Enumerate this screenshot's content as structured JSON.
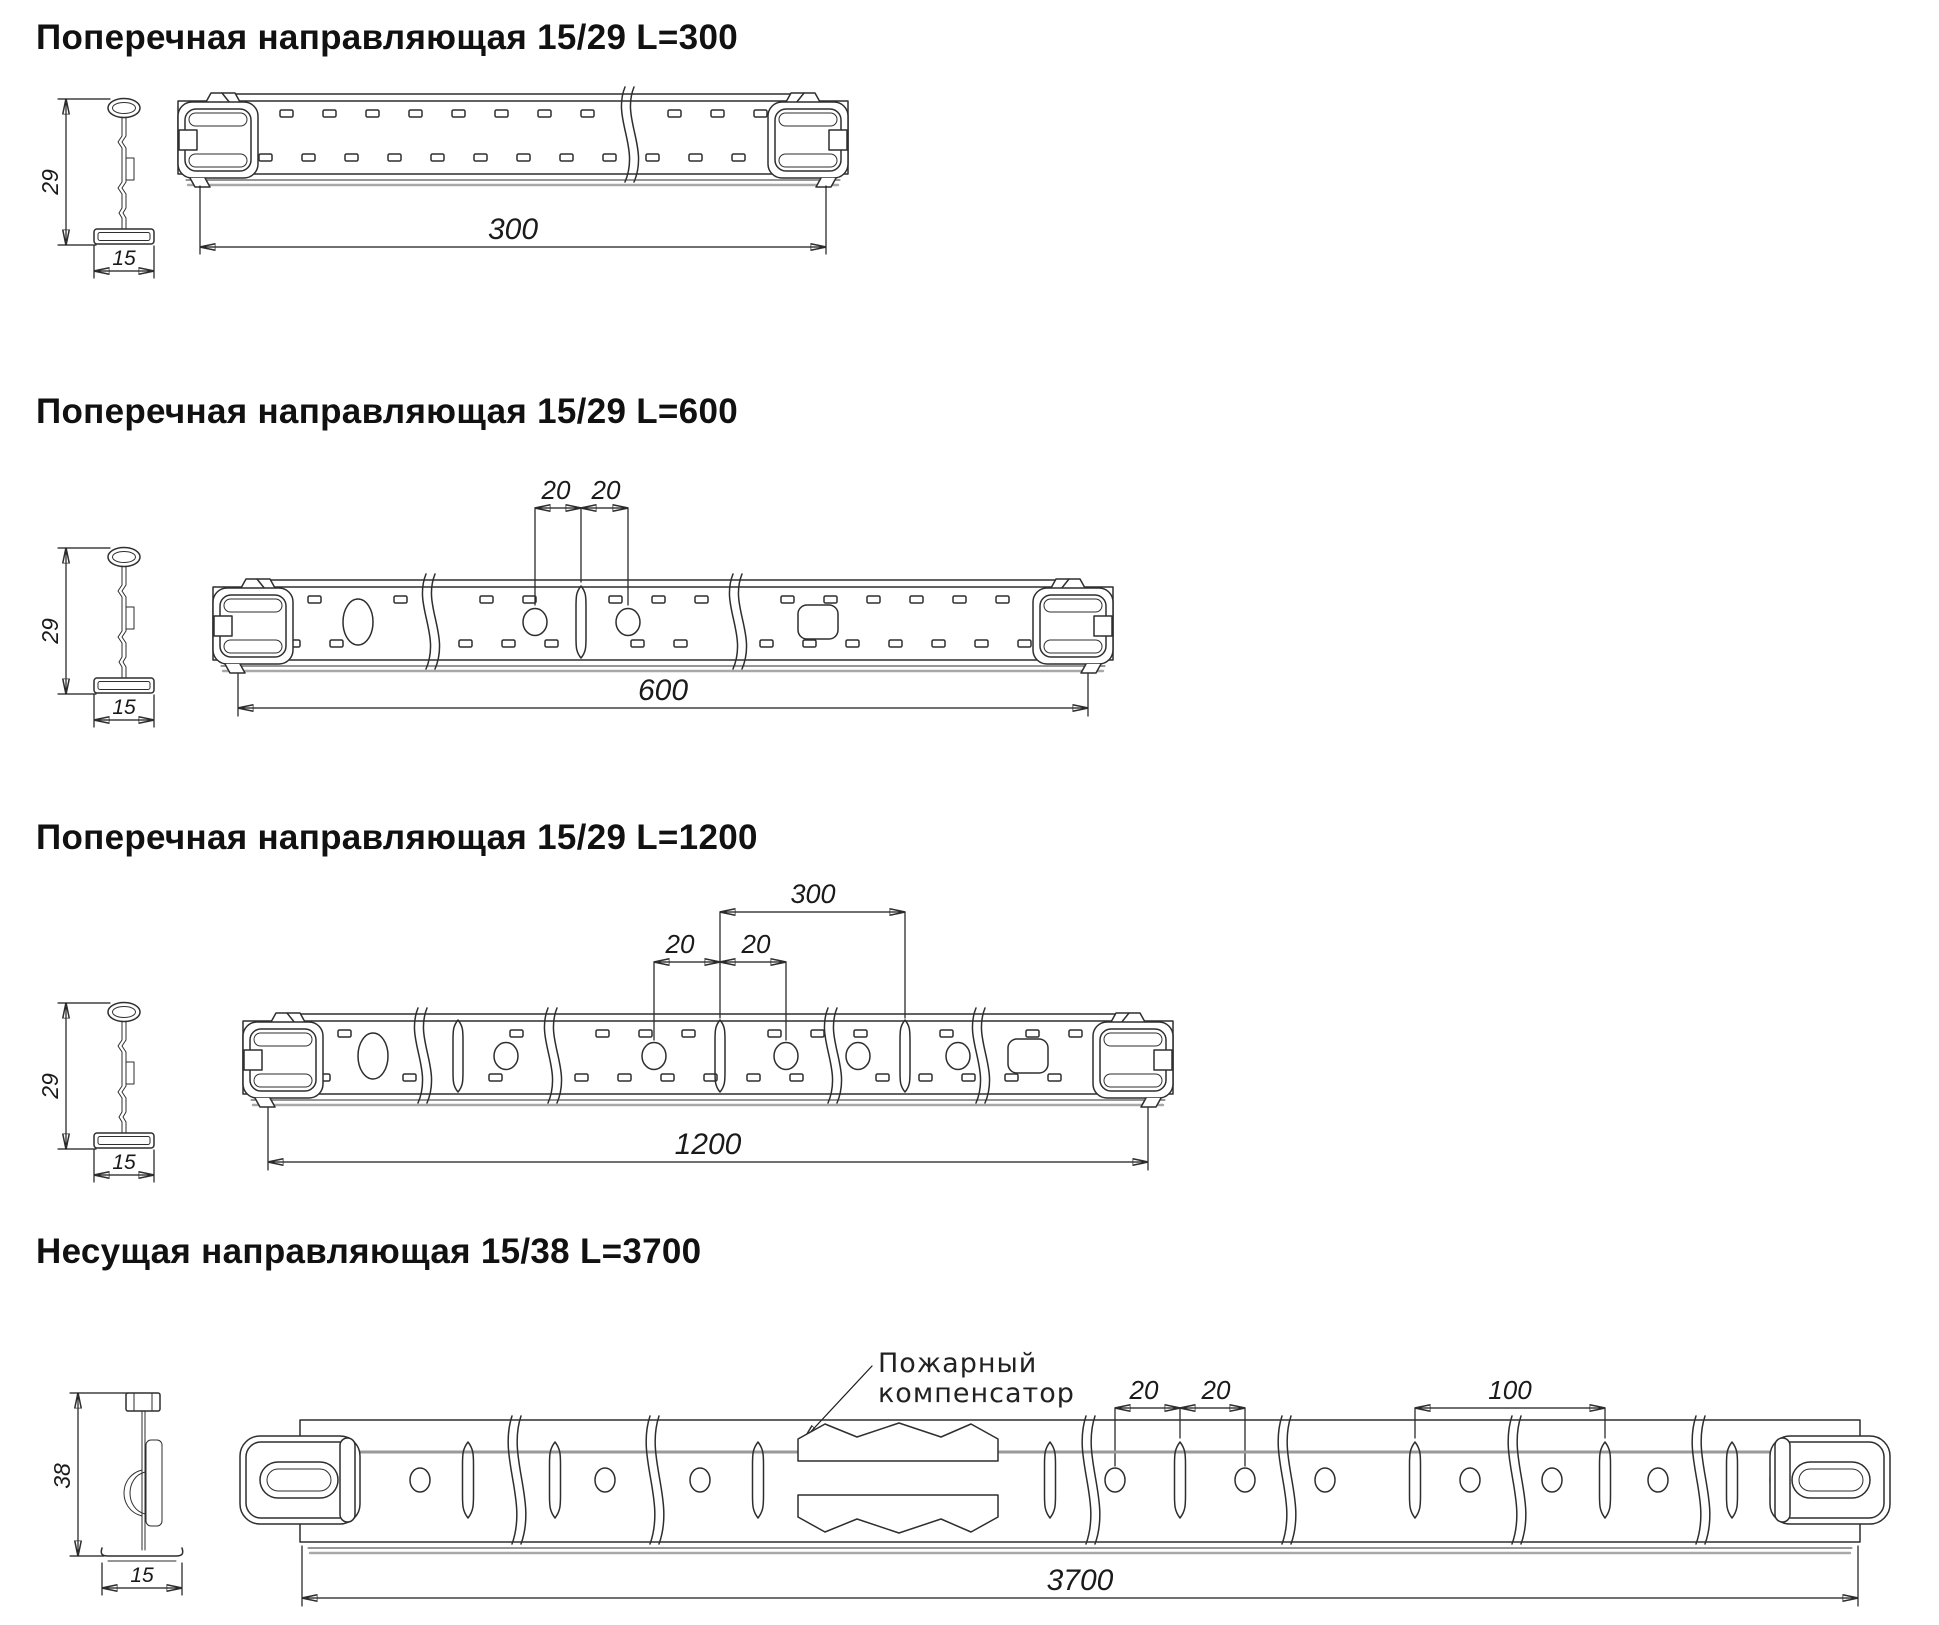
{
  "sections": [
    {
      "title": "Поперечная направляющая 15/29 L=300",
      "cross_section": {
        "height": "29",
        "width": "15"
      },
      "length": "300"
    },
    {
      "title": "Поперечная направляющая 15/29 L=600",
      "cross_section": {
        "height": "29",
        "width": "15"
      },
      "spacing": [
        "20",
        "20"
      ],
      "length": "600"
    },
    {
      "title": "Поперечная направляющая 15/29 L=1200",
      "cross_section": {
        "height": "29",
        "width": "15"
      },
      "group_spacing": "300",
      "spacing": [
        "20",
        "20"
      ],
      "length": "1200"
    },
    {
      "title": "Несущая направляющая 15/38 L=3700",
      "cross_section": {
        "height": "38",
        "width": "15"
      },
      "annotation": {
        "line1": "Пожарный",
        "line2": "компенсатор"
      },
      "spacing": [
        "20",
        "20"
      ],
      "slot_spacing": "100",
      "length": "3700"
    }
  ]
}
